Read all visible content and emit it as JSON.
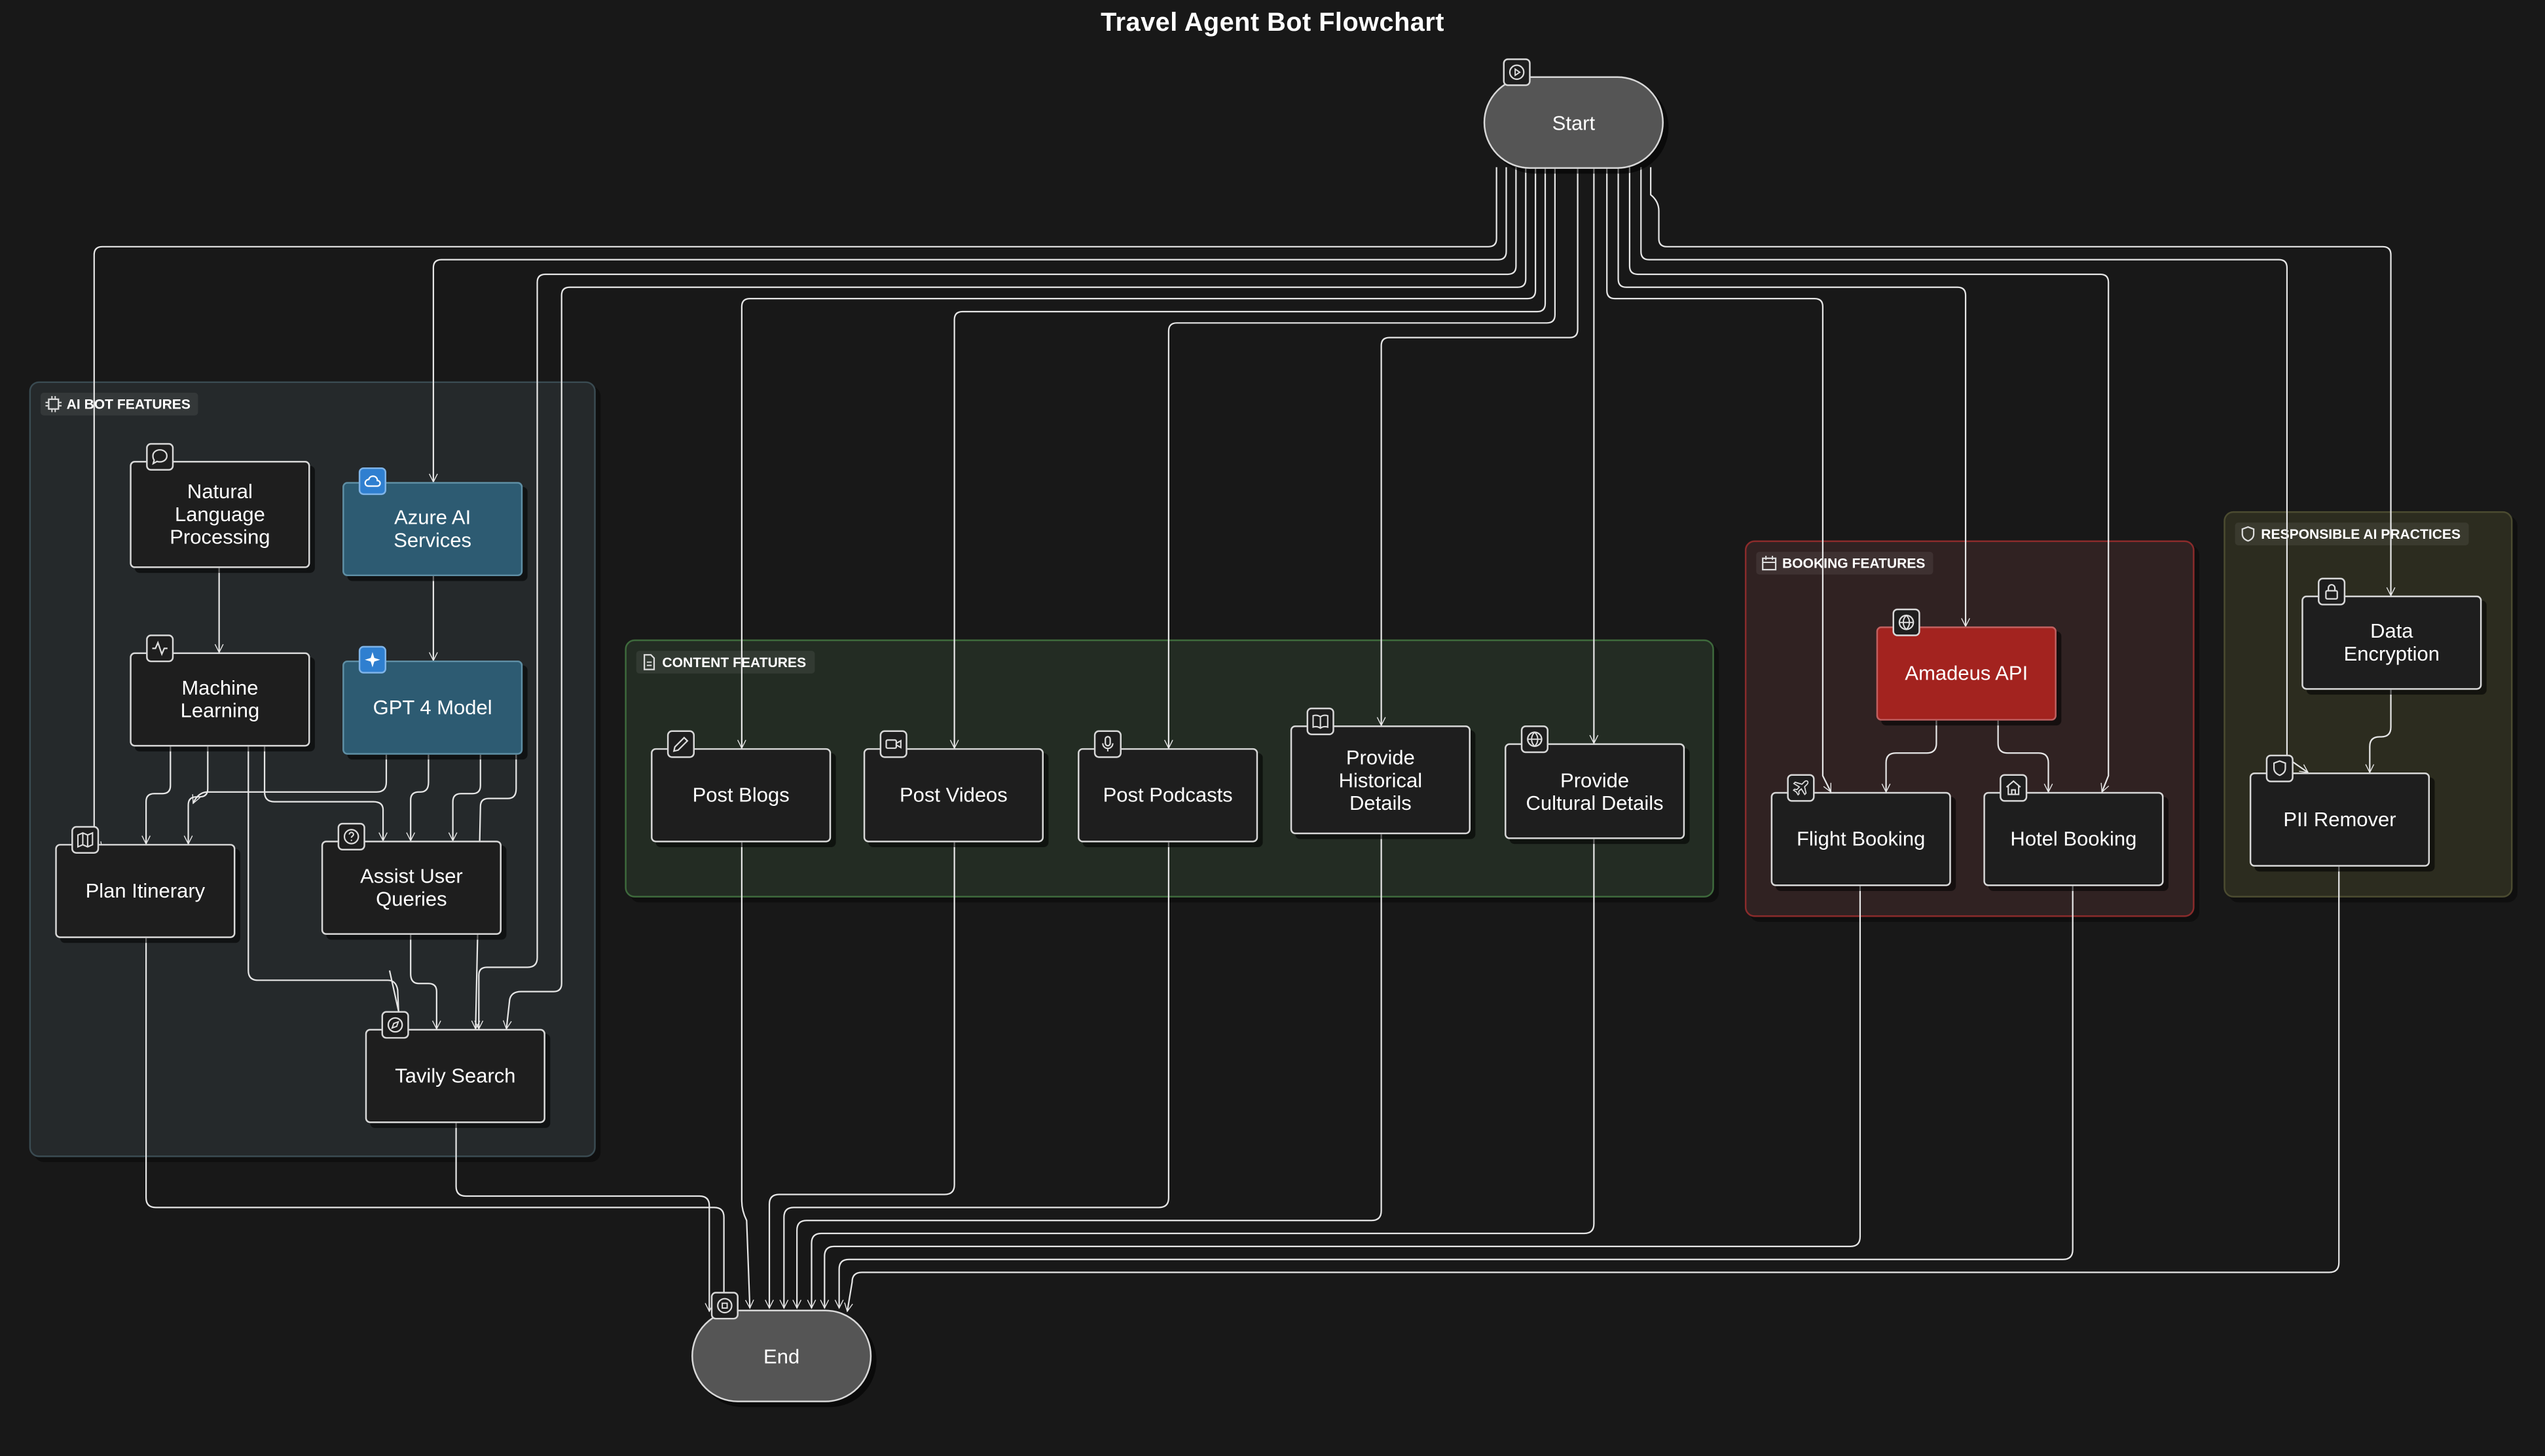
{
  "title": "Travel Agent Bot Flowchart",
  "groups": {
    "ai": "AI BOT FEATURES",
    "content": "CONTENT FEATURES",
    "booking": "BOOKING FEATURES",
    "responsible": "RESPONSIBLE AI PRACTICES"
  },
  "nodes": {
    "start": "Start",
    "end": "End",
    "nlp": "Natural\nLanguage\nProcessing",
    "azure": "Azure AI\nServices",
    "ml": "Machine\nLearning",
    "gpt": "GPT 4 Model",
    "plan": "Plan Itinerary",
    "assist": "Assist User\nQueries",
    "tavily": "Tavily Search",
    "blogs": "Post Blogs",
    "videos": "Post Videos",
    "podcasts": "Post Podcasts",
    "historical": "Provide\nHistorical\nDetails",
    "cultural": "Provide\nCultural Details",
    "amadeus": "Amadeus API",
    "flight": "Flight Booking",
    "hotel": "Hotel Booking",
    "encryption": "Data\nEncryption",
    "pii": "PII Remover"
  },
  "colors": {
    "background": "#181818",
    "ai_group": "#25292b",
    "content_group": "#232c23",
    "booking_group": "#302222",
    "responsible_group": "#2c2c1f",
    "azure_node": "#2d5b72",
    "amadeus_node": "#a3231f",
    "pill": "#555555"
  },
  "icons": {
    "start": "play-icon",
    "end": "stop-icon",
    "nlp": "chat-bubble-icon",
    "azure": "azure-cloud-icon",
    "ml": "activity-icon",
    "gpt": "sparkle-icon",
    "plan": "map-icon",
    "assist": "help-circle-icon",
    "tavily": "compass-icon",
    "blogs": "pencil-icon",
    "videos": "video-icon",
    "podcasts": "microphone-icon",
    "historical": "book-icon",
    "cultural": "globe-icon",
    "amadeus": "globe-icon",
    "flight": "plane-icon",
    "hotel": "home-icon",
    "encryption": "lock-icon",
    "pii": "shield-icon"
  }
}
